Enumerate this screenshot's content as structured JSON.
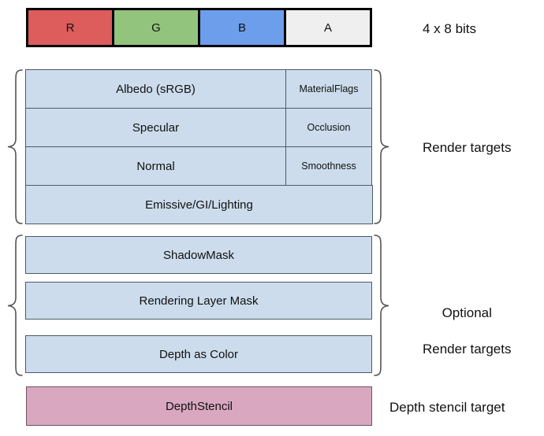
{
  "diagram": {
    "title_hidden": "",
    "colors": {
      "red": "#dd5c5c",
      "green": "#92c47d",
      "blue": "#6d9eeb",
      "alpha": "#efefef",
      "render_target_fill": "#ccdcec",
      "render_target_stroke": "#4c5a66",
      "depth_stencil_fill": "#d9a8c0",
      "depth_stencil_stroke": "#6b5560",
      "outline_black": "#000000",
      "text": "#111111"
    },
    "channel_bar": {
      "channels": [
        {
          "label": "R",
          "color": "#dd5c5c"
        },
        {
          "label": "G",
          "color": "#92c47d"
        },
        {
          "label": "B",
          "color": "#6d9eeb"
        },
        {
          "label": "A",
          "color": "#efefef"
        }
      ],
      "annotation": "4 x 8 bits"
    },
    "render_targets": {
      "annotation": "Render targets",
      "rows": [
        {
          "main": "Albedo (sRGB)",
          "side": "MaterialFlags"
        },
        {
          "main": "Specular",
          "side": "Occlusion"
        },
        {
          "main": "Normal",
          "side": "Smoothness"
        },
        {
          "full": "Emissive/GI/Lighting"
        }
      ]
    },
    "optional_render_targets": {
      "annotation": "Optional\nRender targets",
      "annotation_line1": "Optional",
      "annotation_line2": "Render targets",
      "boxes": [
        {
          "label": "ShadowMask"
        },
        {
          "label": "Rendering Layer Mask"
        },
        {
          "label": "Depth as Color"
        }
      ]
    },
    "depth_stencil": {
      "label": "DepthStencil",
      "annotation": "Depth stencil target"
    }
  }
}
